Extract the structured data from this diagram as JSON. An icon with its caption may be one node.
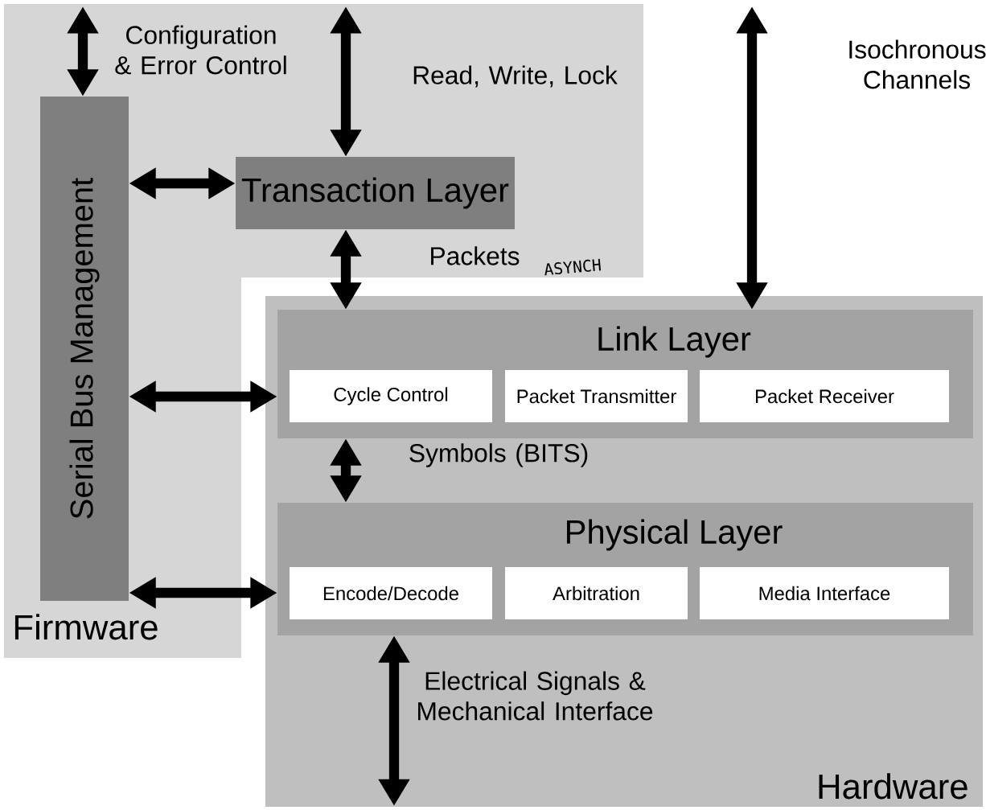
{
  "diagram": {
    "nodes": [
      {
        "text": [
          "Firmware"
        ]
      },
      {
        "text": [
          "Hardware"
        ]
      },
      {
        "text": [
          "Serial Bus Management"
        ],
        "in": 0
      },
      {
        "text": [
          "Transaction Layer"
        ],
        "in": 0
      },
      {
        "text": [
          "Link Layer"
        ],
        "in": 1
      },
      {
        "text": [
          "Cycle Control"
        ],
        "in": 4
      },
      {
        "text": [
          "Packet Transmitter"
        ],
        "in": 4
      },
      {
        "text": [
          "Packet Receiver"
        ],
        "in": 4
      },
      {
        "text": [
          "Physical Layer"
        ],
        "in": 1
      },
      {
        "text": [
          "Encode/Decode"
        ],
        "in": 8
      },
      {
        "text": [
          "Arbitration"
        ],
        "in": 8
      },
      {
        "text": [
          "Media Interface"
        ],
        "in": 8
      }
    ],
    "edges": [
      {
        "from": null,
        "to": 2,
        "arrow": "both",
        "label": "Configuration & Error Control"
      },
      {
        "from": null,
        "to": 3,
        "arrow": "both",
        "label": "Read, Write, Lock"
      },
      {
        "from": null,
        "to": 4,
        "arrow": "both",
        "label": "Isochronous Channels"
      },
      {
        "from": 2,
        "to": 3,
        "arrow": "both"
      },
      {
        "from": 3,
        "to": 4,
        "arrow": "both",
        "label": "Packets"
      },
      {
        "from": 2,
        "to": 4,
        "arrow": "both"
      },
      {
        "from": 4,
        "to": 8,
        "arrow": "both",
        "label": "Symbols (BITS)"
      },
      {
        "from": 2,
        "to": 8,
        "arrow": "both"
      },
      {
        "from": 8,
        "to": null,
        "arrow": "both",
        "label": "Electrical Signals & Mechanical Interface"
      }
    ],
    "labels": [
      "ASYNCH"
    ]
  }
}
